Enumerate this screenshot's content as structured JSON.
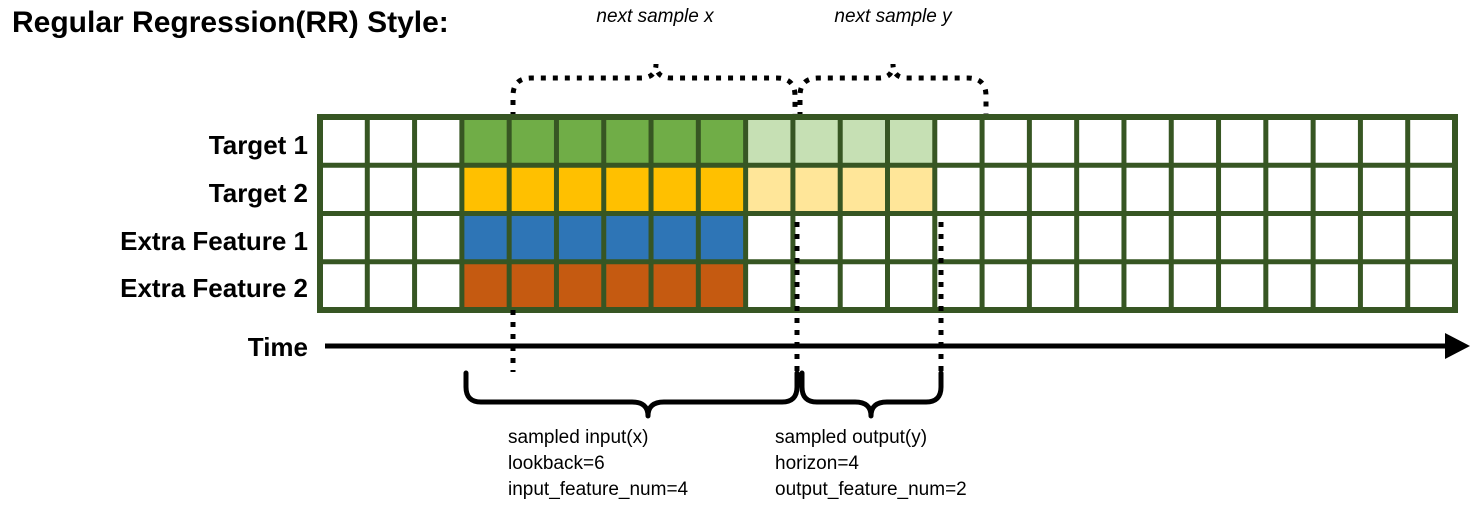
{
  "title": "Regular Regression(RR) Style:",
  "rows": [
    {
      "label": "Target 1",
      "name": "target-1"
    },
    {
      "label": "Target 2",
      "name": "target-2"
    },
    {
      "label": "Extra Feature 1",
      "name": "extra-feature-1"
    },
    {
      "label": "Extra Feature 2",
      "name": "extra-feature-2"
    }
  ],
  "time_axis": {
    "label": "Time"
  },
  "annotations": {
    "next_sample_x": "next sample x",
    "next_sample_y": "next sample y"
  },
  "captions": {
    "input": {
      "line1": "sampled input(x)",
      "line2": "lookback=6",
      "line3": "input_feature_num=4"
    },
    "output": {
      "line1": "sampled output(y)",
      "line2": "horizon=4",
      "line3": "output_feature_num=2"
    }
  },
  "colors": {
    "grid_border": "#375623",
    "target_1": "#70AD47",
    "target_1_faded": "#C6E0B4",
    "target_2": "#FFC000",
    "target_2_faded": "#FFE699",
    "extra_feature_1": "#2E75B6",
    "extra_feature_2": "#C55A11",
    "empty": "#FFFFFF",
    "ink": "#000000"
  },
  "grid": {
    "total_columns": 24,
    "total_rows": 4,
    "blank_prefix_columns": 3,
    "input_columns": 6,
    "output_columns": 4,
    "blank_suffix_columns": 11
  },
  "chart_data": {
    "type": "heatmap",
    "title": "Regular Regression(RR) Style:",
    "xlabel": "Time",
    "ylabel": "",
    "categories": [
      "Target 1",
      "Target 2",
      "Extra Feature 1",
      "Extra Feature 2"
    ],
    "series": [
      {
        "name": "Target 1",
        "values": [
          "empty",
          "empty",
          "empty",
          "input",
          "input",
          "input",
          "input",
          "input",
          "input",
          "output",
          "output",
          "output",
          "output",
          "empty",
          "empty",
          "empty",
          "empty",
          "empty",
          "empty",
          "empty",
          "empty",
          "empty",
          "empty",
          "empty"
        ]
      },
      {
        "name": "Target 2",
        "values": [
          "empty",
          "empty",
          "empty",
          "input",
          "input",
          "input",
          "input",
          "input",
          "input",
          "output",
          "output",
          "output",
          "output",
          "empty",
          "empty",
          "empty",
          "empty",
          "empty",
          "empty",
          "empty",
          "empty",
          "empty",
          "empty",
          "empty"
        ]
      },
      {
        "name": "Extra Feature 1",
        "values": [
          "empty",
          "empty",
          "empty",
          "input",
          "input",
          "input",
          "input",
          "input",
          "input",
          "empty",
          "empty",
          "empty",
          "empty",
          "empty",
          "empty",
          "empty",
          "empty",
          "empty",
          "empty",
          "empty",
          "empty",
          "empty",
          "empty",
          "empty"
        ]
      },
      {
        "name": "Extra Feature 2",
        "values": [
          "empty",
          "empty",
          "empty",
          "input",
          "input",
          "input",
          "input",
          "input",
          "input",
          "empty",
          "empty",
          "empty",
          "empty",
          "empty",
          "empty",
          "empty",
          "empty",
          "empty",
          "empty",
          "empty",
          "empty",
          "empty",
          "empty",
          "empty"
        ]
      }
    ],
    "annotations": [
      "next sample x",
      "next sample y",
      "sampled input(x) lookback=6 input_feature_num=4",
      "sampled output(y) horizon=4 output_feature_num=2"
    ],
    "grid": true,
    "legend": "none"
  }
}
